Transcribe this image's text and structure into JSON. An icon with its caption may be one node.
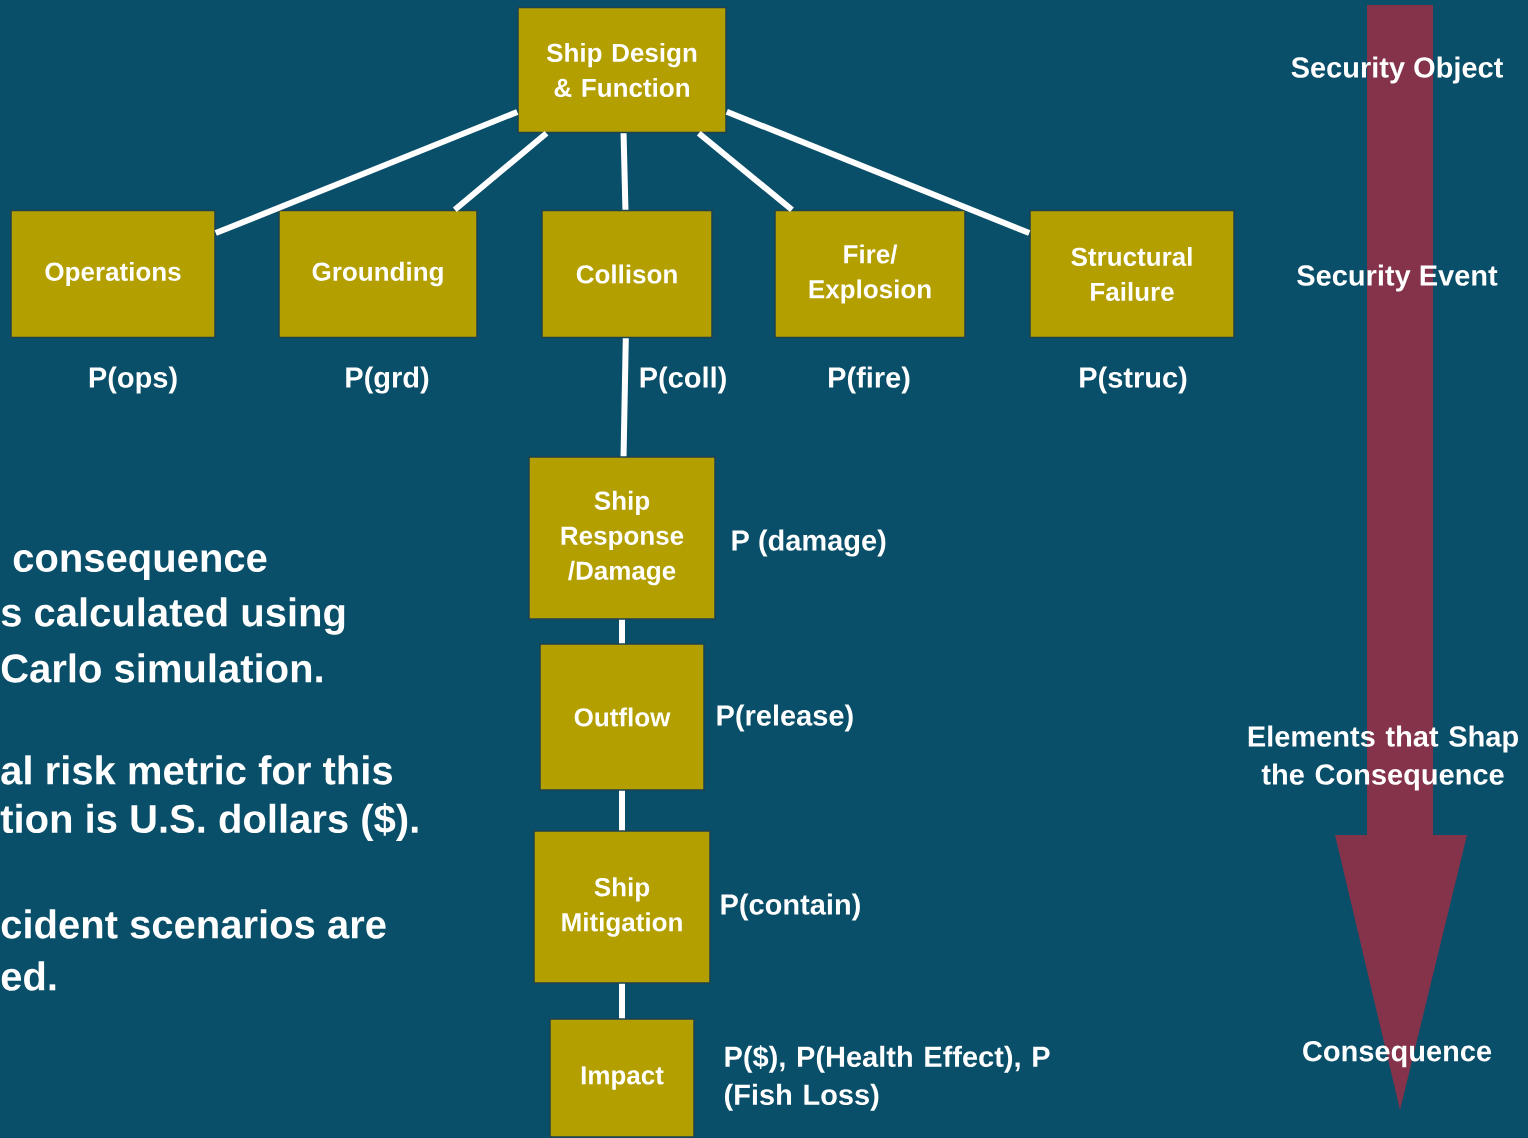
{
  "diagram": {
    "nodes": [
      {
        "text": [
          "Ship Design & Function"
        ]
      },
      {
        "text": [
          "Operations"
        ],
        "beside": [
          "P(ops)"
        ]
      },
      {
        "text": [
          "Grounding"
        ],
        "beside": [
          "P(grd)"
        ]
      },
      {
        "text": [
          "Collison"
        ],
        "beside": [
          "P(coll)"
        ]
      },
      {
        "text": [
          "Fire/ Explosion"
        ],
        "beside": [
          "P(fire)"
        ]
      },
      {
        "text": [
          "Structural Failure"
        ],
        "beside": [
          "P(struc)"
        ]
      },
      {
        "text": [
          "Ship Response /Damage"
        ],
        "beside": [
          "P (damage)"
        ]
      },
      {
        "text": [
          "Outflow"
        ],
        "beside": [
          "P(release)"
        ]
      },
      {
        "text": [
          "Ship Mitigation"
        ],
        "beside": [
          "P(contain)"
        ]
      },
      {
        "text": [
          "Impact"
        ],
        "beside": [
          "P($), P(Health Effect), P (Fish Loss)"
        ]
      }
    ],
    "edges": [
      {
        "from": 0,
        "to": 1,
        "arrow": "none"
      },
      {
        "from": 0,
        "to": 2,
        "arrow": "none"
      },
      {
        "from": 0,
        "to": 3,
        "arrow": "none"
      },
      {
        "from": 0,
        "to": 4,
        "arrow": "none"
      },
      {
        "from": 0,
        "to": 5,
        "arrow": "none"
      },
      {
        "from": 3,
        "to": 6,
        "arrow": "none"
      },
      {
        "from": 6,
        "to": 7,
        "arrow": "none"
      },
      {
        "from": 7,
        "to": 8,
        "arrow": "none"
      },
      {
        "from": 8,
        "to": 9,
        "arrow": "none"
      }
    ],
    "labels": [
      "Security Object",
      "Security Event",
      "Elements that Shap the Consequence",
      "Consequence",
      "consequence",
      "s calculated using",
      "Carlo simulation.",
      "al risk metric for this",
      "tion is U.S. dollars ($).",
      "cident scenarios are",
      "ed."
    ]
  }
}
